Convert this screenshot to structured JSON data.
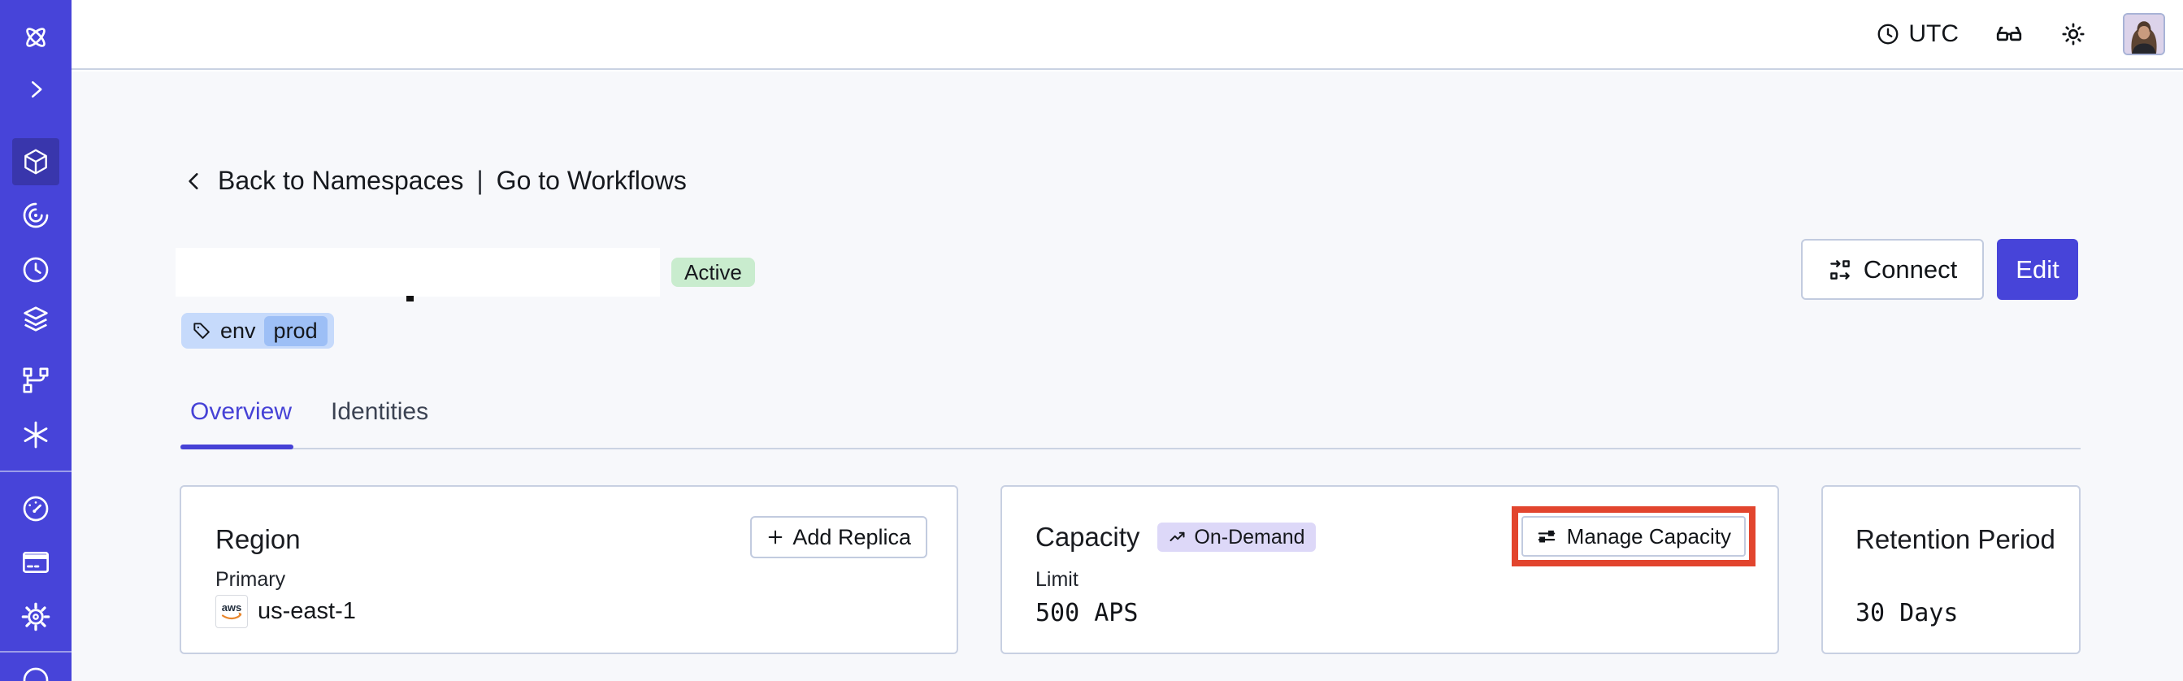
{
  "topbar": {
    "timezone_label": "UTC",
    "icons": [
      "clock-icon",
      "glasses-icon",
      "sun-icon",
      "user-avatar"
    ]
  },
  "sidebar": {
    "items": [
      {
        "icon": "temporal-logo-icon",
        "active": false
      },
      {
        "icon": "chevron-right-expand-icon",
        "active": false
      },
      {
        "icon": "namespaces-cube-icon",
        "active": true
      },
      {
        "icon": "workflows-spiral-icon",
        "active": false
      },
      {
        "icon": "schedules-clock-icon",
        "active": false
      },
      {
        "icon": "layers-icon",
        "active": false
      },
      {
        "icon": "deployments-branch-icon",
        "active": false
      },
      {
        "icon": "nexus-asterisk-icon",
        "active": false
      },
      {
        "icon": "usage-gauge-icon",
        "active": false
      },
      {
        "icon": "billing-card-icon",
        "active": false
      },
      {
        "icon": "settings-gear-icon",
        "active": false
      },
      {
        "icon": "partial-circle-icon",
        "active": false
      }
    ]
  },
  "breadcrumb": {
    "back_label": "Back to Namespaces",
    "separator": "|",
    "workflows_label": "Go to Workflows"
  },
  "header": {
    "status_badge": "Active",
    "tag": {
      "key": "env",
      "value": "prod"
    },
    "connect_button": "Connect",
    "edit_button": "Edit"
  },
  "tabs": [
    {
      "label": "Overview",
      "active": true
    },
    {
      "label": "Identities",
      "active": false
    }
  ],
  "cards": {
    "region": {
      "title": "Region",
      "add_replica_button": "Add Replica",
      "label": "Primary",
      "provider": "aws",
      "value": "us-east-1"
    },
    "capacity": {
      "title": "Capacity",
      "mode_badge": "On-Demand",
      "manage_button": "Manage Capacity",
      "label": "Limit",
      "value": "500 APS",
      "highlighted": true
    },
    "retention": {
      "title": "Retention Period",
      "value": "30 Days"
    }
  },
  "colors": {
    "sidebar_indigo": "#4744d9",
    "active_tile": "#3936ac",
    "accent_indigo": "#4642d6",
    "content_bg": "#f7f8fb",
    "card_border": "#c8d0e2",
    "status_green_bg": "#c9ecce",
    "tag_blue_outer": "#c6dafb",
    "tag_blue_inner": "#9dbff6",
    "mode_lavender_bg": "#ddd8f8",
    "annotation_red": "#e2452e"
  }
}
